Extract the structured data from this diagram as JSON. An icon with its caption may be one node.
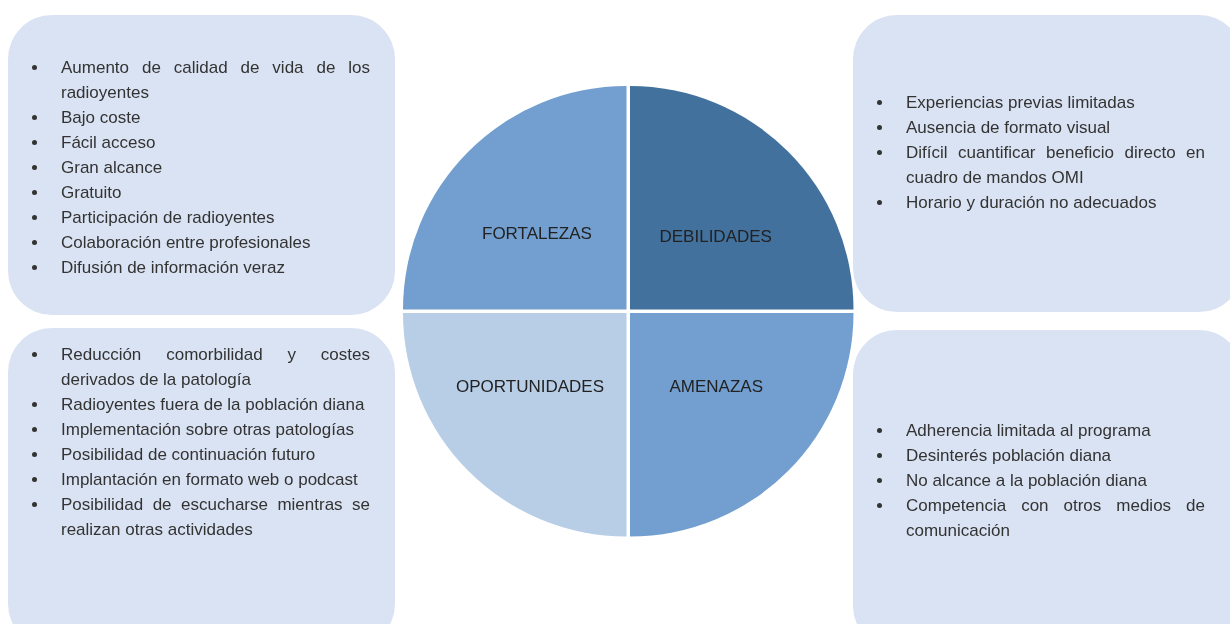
{
  "diagram": {
    "nodes": [
      {
        "text": [
          "Aumento de calidad de vida de los radioyentes",
          "Bajo coste",
          "Fácil acceso",
          "Gran alcance",
          "Gratuito",
          "Participación de radioyentes",
          "Colaboración entre profesionales",
          "Difusión de información veraz"
        ]
      },
      {
        "text": [
          "FORTALEZAS"
        ]
      },
      {
        "text": [
          "DEBILIDADES"
        ]
      },
      {
        "text": [
          "Experiencias previas limitadas",
          "Ausencia de formato visual",
          "Difícil cuantificar beneficio directo en cuadro de mandos OMI",
          "Horario y duración no adecuados"
        ]
      },
      {
        "text": [
          "Reducción comorbilidad y costes derivados de la patología",
          "Radioyentes fuera de la población diana",
          "Implementación sobre otras patologías",
          "Posibilidad de continuación futuro",
          "Implantación en formato web o podcast",
          "Posibilidad de escucharse mientras se realizan otras actividades"
        ]
      },
      {
        "text": [
          "OPORTUNIDADES"
        ]
      },
      {
        "text": [
          "AMENAZAS"
        ]
      },
      {
        "text": [
          "Adherencia limitada al programa",
          "Desinterés población diana",
          "No alcance a la población diana",
          "Competencia con otros medios de comunicación"
        ]
      }
    ]
  }
}
